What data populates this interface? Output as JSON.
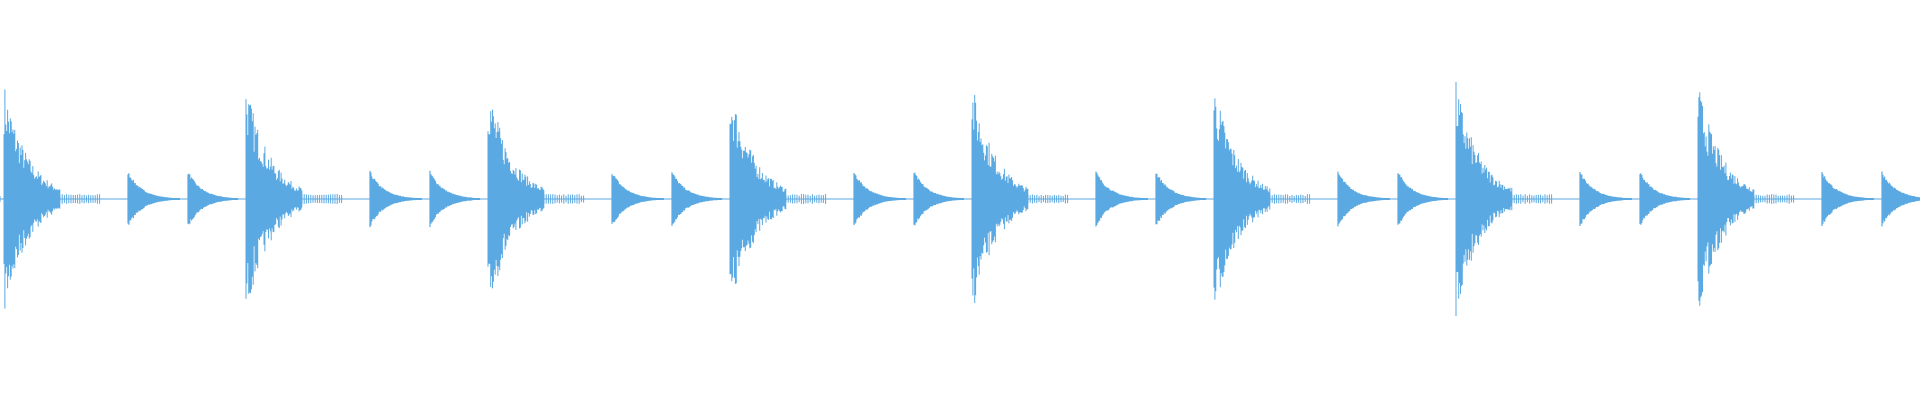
{
  "waveform": {
    "color": "#5aa9e2",
    "background": "#ffffff",
    "pattern_repeats": 8,
    "hits_per_pattern": [
      {
        "type": "kick",
        "relative_amplitude": 1.0
      },
      {
        "type": "tom",
        "relative_amplitude": 0.24
      },
      {
        "type": "tom",
        "relative_amplitude": 0.24
      }
    ]
  }
}
